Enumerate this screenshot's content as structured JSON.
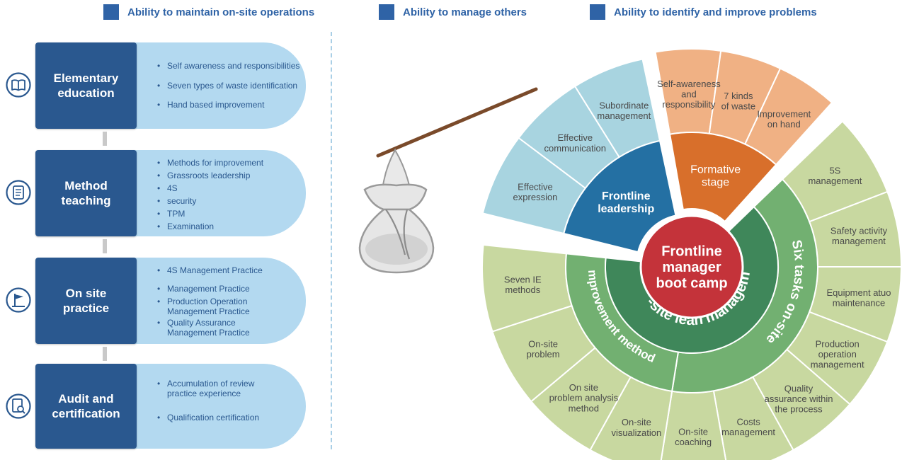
{
  "legend": [
    {
      "label": "Ability to maintain on-site operations"
    },
    {
      "label": "Ability to manage others"
    },
    {
      "label": "Ability to identify and improve problems"
    }
  ],
  "stages": [
    {
      "title_lines": [
        "Elementary",
        "education"
      ],
      "icon": "book-icon",
      "items": [
        "Self awareness and responsibilities",
        "Seven types of waste identification",
        "Hand based improvement"
      ]
    },
    {
      "title_lines": [
        "Method",
        "teaching"
      ],
      "icon": "scroll-icon",
      "items": [
        "Methods for improvement",
        "Grassroots leadership",
        "4S",
        "security",
        "TPM",
        "Examination"
      ]
    },
    {
      "title_lines": [
        "On site",
        "practice"
      ],
      "icon": "flag-icon",
      "items": [
        "4S Management Practice",
        "Management Practice",
        "Production Operation Management Practice",
        "Quality Assurance Management Practice"
      ]
    },
    {
      "title_lines": [
        "Audit and",
        "certification"
      ],
      "icon": "document-search-icon",
      "items": [
        "Accumulation of review practice experience",
        "Qualification certification"
      ]
    }
  ],
  "wheel": {
    "center_lines": [
      "Frontline",
      "manager",
      "boot camp"
    ],
    "middle_label": "On-site lean management",
    "inner_segments": [
      {
        "lines": [
          "Frontline",
          "leadership"
        ]
      },
      {
        "lines": [
          "Formative",
          "stage"
        ]
      },
      {
        "label": "Six tasks on-site"
      },
      {
        "label": "Improvement method"
      }
    ],
    "outer_segments": [
      {
        "lines": [
          "Effective",
          "expression"
        ]
      },
      {
        "lines": [
          "Effective",
          "communication"
        ]
      },
      {
        "lines": [
          "Subordinate",
          "management"
        ]
      },
      {
        "lines": [
          "Self-awareness",
          "and",
          "responsibility"
        ]
      },
      {
        "lines": [
          "7 kinds",
          "of waste"
        ]
      },
      {
        "lines": [
          "Improvement",
          "on hand"
        ]
      },
      {
        "lines": [
          "5S",
          "management"
        ]
      },
      {
        "lines": [
          "Safety activity",
          "management"
        ]
      },
      {
        "lines": [
          "Equipment atuo",
          "maintenance"
        ]
      },
      {
        "lines": [
          "Production",
          "operation",
          "management"
        ]
      },
      {
        "lines": [
          "Quality",
          "assurance within",
          "the process"
        ]
      },
      {
        "lines": [
          "Costs",
          "management"
        ]
      },
      {
        "lines": [
          "On-site",
          "coaching"
        ]
      },
      {
        "lines": [
          "On-site",
          "visualization"
        ]
      },
      {
        "lines": [
          "On site",
          "problem analysis",
          "method"
        ]
      },
      {
        "lines": [
          "On-site",
          "problem"
        ]
      },
      {
        "lines": [
          "Seven IE",
          "methods"
        ]
      }
    ]
  },
  "colors": {
    "navy": "#2a588f",
    "legend_blue": "#2f63a6",
    "light_blue": "#b3d9f0",
    "leadership_blue": "#2470a3",
    "leadership_outer": "#a8d4e0",
    "formative_orange": "#d86f2b",
    "formative_outer": "#f0b184",
    "green_inner": "#72b071",
    "green_dark": "#3f875a",
    "olive_outer": "#c8d8a0",
    "center_red": "#c4333a"
  }
}
